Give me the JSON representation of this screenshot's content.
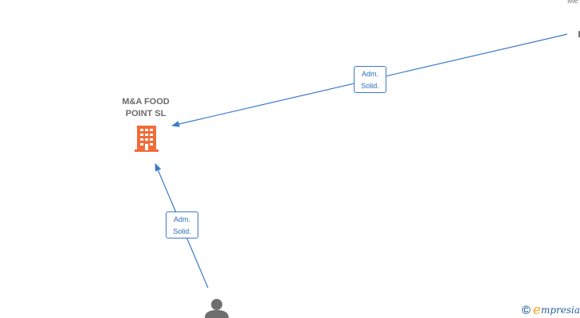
{
  "nodes": {
    "company": {
      "name_line1": "M&A FOOD",
      "name_line2": "POINT  SL"
    },
    "top_right": {
      "label_fragment": "Me"
    }
  },
  "edges": [
    {
      "label_line1": "Adm.",
      "label_line2": "Solid."
    },
    {
      "label_line1": "Adm.",
      "label_line2": "Solid."
    }
  ],
  "colors": {
    "edge": "#3a7bc8",
    "company_icon": "#f26b38",
    "person_icon": "#6e6e6e",
    "node_text": "#6b6b6b"
  },
  "icons": {
    "company": "building-icon",
    "person": "person-icon",
    "copyright": "copyright-icon"
  },
  "brand": {
    "copyright": "©",
    "initial": "e",
    "name": "mpresia"
  }
}
